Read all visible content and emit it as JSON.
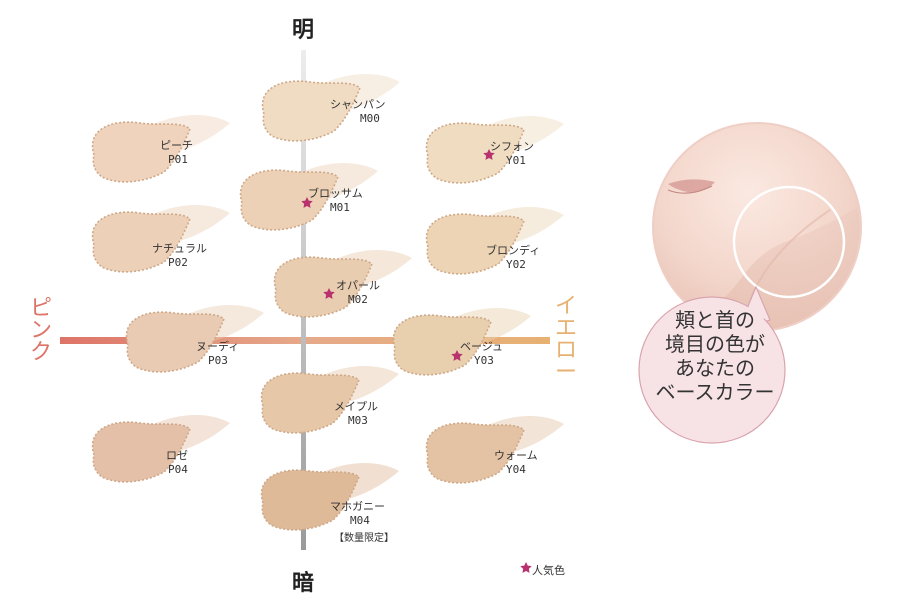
{
  "axes": {
    "top": "明",
    "bottom": "暗",
    "left": "ピンク",
    "right": "イエロー"
  },
  "swatches": [
    {
      "name": "シャンパン",
      "code": "M00",
      "popular": false,
      "color": "#f0dcc3"
    },
    {
      "name": "ピーチ",
      "code": "P01",
      "popular": false,
      "color": "#efd3bd"
    },
    {
      "name": "シフォン",
      "code": "Y01",
      "popular": true,
      "color": "#f0dcc0"
    },
    {
      "name": "ブロッサム",
      "code": "M01",
      "popular": true,
      "color": "#ecd1b6"
    },
    {
      "name": "ナチュラル",
      "code": "P02",
      "popular": false,
      "color": "#ecd0b8"
    },
    {
      "name": "ブロンディ",
      "code": "Y02",
      "popular": false,
      "color": "#ecd4b4"
    },
    {
      "name": "オパール",
      "code": "M02",
      "popular": true,
      "color": "#e9cdb0"
    },
    {
      "name": "ヌーディ",
      "code": "P03",
      "popular": false,
      "color": "#e9cbb3"
    },
    {
      "name": "ベージュ",
      "code": "Y03",
      "popular": true,
      "color": "#e8cfae"
    },
    {
      "name": "メイプル",
      "code": "M03",
      "popular": false,
      "color": "#e6c7a8"
    },
    {
      "name": "ロゼ",
      "code": "P04",
      "popular": false,
      "color": "#e4c0a8"
    },
    {
      "name": "ウォーム",
      "code": "Y04",
      "popular": false,
      "color": "#e3c3a3"
    },
    {
      "name": "マホガニー",
      "code": "M04",
      "note": "【数量限定】",
      "popular": false,
      "color": "#dfba98"
    }
  ],
  "bubble": {
    "lines": [
      "頬と首の",
      "境目の色が",
      "あなたの",
      "ベースカラー"
    ]
  },
  "legend": {
    "label": "人気色",
    "star_color": "#b8326f"
  },
  "colors": {
    "pink_axis": "#de7468",
    "yellow_axis": "#e7b172",
    "center_axis": "#b9b9b9",
    "bubble_fill": "#f7e3e6",
    "bubble_stroke": "#d9a4ad"
  }
}
